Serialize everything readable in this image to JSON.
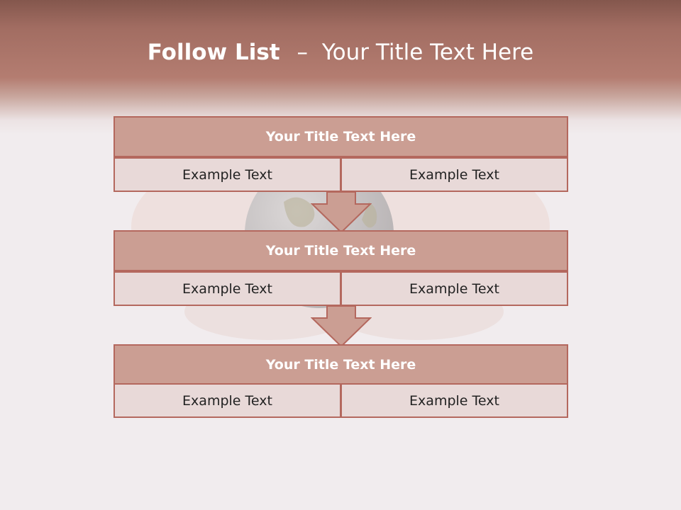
{
  "slide": {
    "title_strong": "Follow List",
    "title_separator": "–",
    "title_rest": "Your Title Text Here"
  },
  "blocks": [
    {
      "title": "Your Title Text Here",
      "left_text": "Example Text",
      "right_text": "Example Text"
    },
    {
      "title": "Your Title Text Here",
      "left_text": "Example Text",
      "right_text": "Example Text"
    },
    {
      "title": "Your Title Text Here",
      "left_text": "Example Text",
      "right_text": "Example Text"
    }
  ],
  "colors": {
    "header_band": "#a26d62",
    "block_header": "#cb9e93",
    "block_border": "#b4685e",
    "cell_fill": "#e8d9d8",
    "arrow_fill": "#cb9e93"
  }
}
